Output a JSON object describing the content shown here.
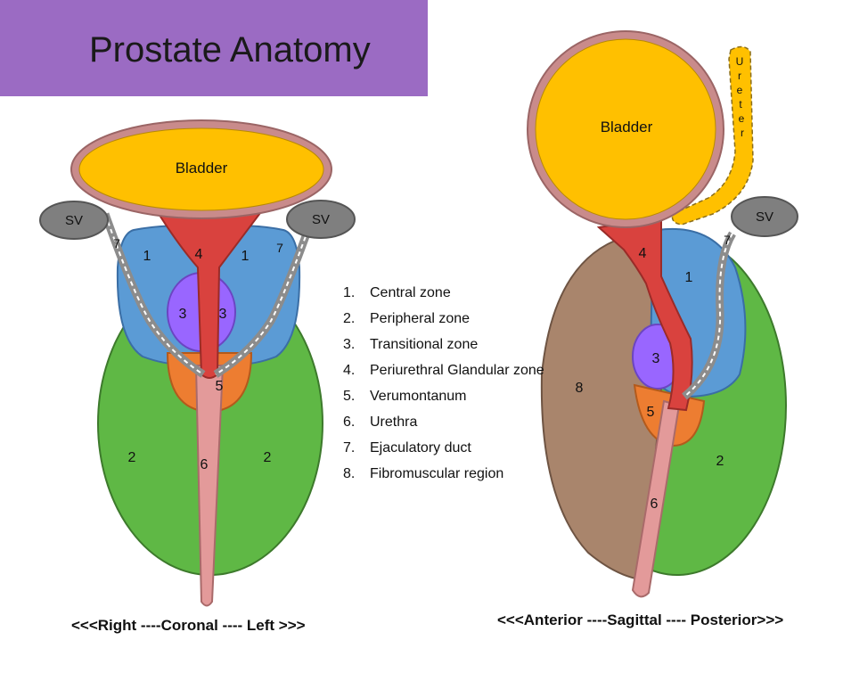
{
  "title": "Prostate Anatomy",
  "coronal": {
    "bladder": "Bladder",
    "sv_left": "SV",
    "sv_right": "SV",
    "z1a": "1",
    "z1b": "1",
    "z2a": "2",
    "z2b": "2",
    "z3a": "3",
    "z3b": "3",
    "z4": "4",
    "z5": "5",
    "z6": "6",
    "z7a": "7",
    "z7b": "7",
    "caption": "<<<Right ----Coronal ---- Left >>>"
  },
  "sagittal": {
    "bladder": "Bladder",
    "ureter": [
      "U",
      "r",
      "e",
      "t",
      "e",
      "r"
    ],
    "sv": "SV",
    "z1": "1",
    "z2": "2",
    "z3": "3",
    "z4": "4",
    "z5": "5",
    "z6": "6",
    "z7": "7",
    "z8": "8",
    "caption": "<<<Anterior ----Sagittal ---- Posterior>>>"
  },
  "legend": [
    {
      "num": "1.",
      "text": "Central zone"
    },
    {
      "num": "2.",
      "text": "Peripheral zone"
    },
    {
      "num": "3.",
      "text": "Transitional zone"
    },
    {
      "num": "4.",
      "text": "Periurethral Glandular zone"
    },
    {
      "num": "5.",
      "text": "Verumontanum"
    },
    {
      "num": "6.",
      "text": "Urethra"
    },
    {
      "num": "7.",
      "text": "Ejaculatory duct"
    },
    {
      "num": "8.",
      "text": "Fibromuscular region"
    }
  ],
  "colors": {
    "banner": "#9b6bc3",
    "bladder": "#ffc000",
    "bladder_wall": "#c98b8b",
    "peripheral": "#5fb845",
    "central": "#5b9bd5",
    "transitional": "#9966ff",
    "periurethral": "#d9423e",
    "verumontanum": "#ed7d31",
    "urethra": "#e39a9a",
    "seminal_vesicle": "#7f7f7f",
    "fibromuscular": "#a9856c"
  }
}
